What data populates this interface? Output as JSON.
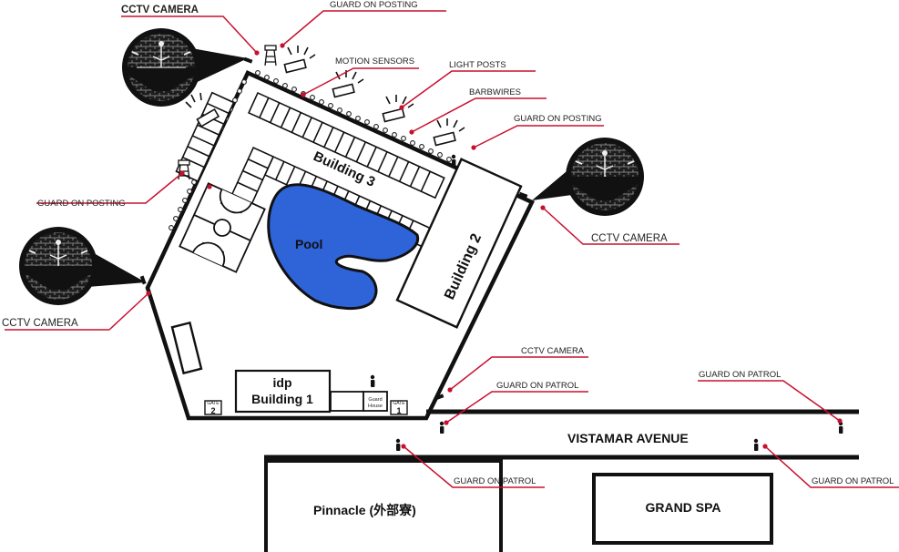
{
  "labels": {
    "cctv_top_left": "CCTV CAMERA",
    "guard_posting_top": "GUARD ON POSTING",
    "motion_sensors": "MOTION SENSORS",
    "light_posts": "LIGHT POSTS",
    "barbwires": "BARBWIRES",
    "guard_posting_right": "GUARD ON POSTING",
    "guard_posting_left": "GUARD ON POSTING",
    "cctv_right": "CCTV CAMERA",
    "cctv_left": "CCTV CAMERA",
    "cctv_gate": "CCTV CAMERA",
    "guard_patrol_gate": "GUARD ON PATROL",
    "guard_patrol_far_right": "GUARD ON PATROL",
    "guard_patrol_bottom_mid": "GUARD ON PATROL",
    "guard_patrol_bottom_right": "GUARD ON PATROL"
  },
  "buildings": {
    "building3": "Building 3",
    "building2": "Building 2",
    "pool": "Pool",
    "idp": "idp",
    "building1": "Building 1",
    "guard_house_line1": "Guard",
    "guard_house_line2": "House",
    "pinnacle": "Pinnacle (外部寮)",
    "grand_spa": "GRAND SPA"
  },
  "gates": {
    "gate_label": "GATE",
    "gate2": "2",
    "gate1": "1"
  },
  "road": "VISTAMAR AVENUE",
  "colors": {
    "accent_red": "#c8102e",
    "pool_blue": "#2f63d8",
    "ink": "#111111"
  },
  "icons": [
    "cctv-camera-icon",
    "guard-tower-icon",
    "guard-person-icon",
    "light-post-icon",
    "basketball-court-icon"
  ]
}
